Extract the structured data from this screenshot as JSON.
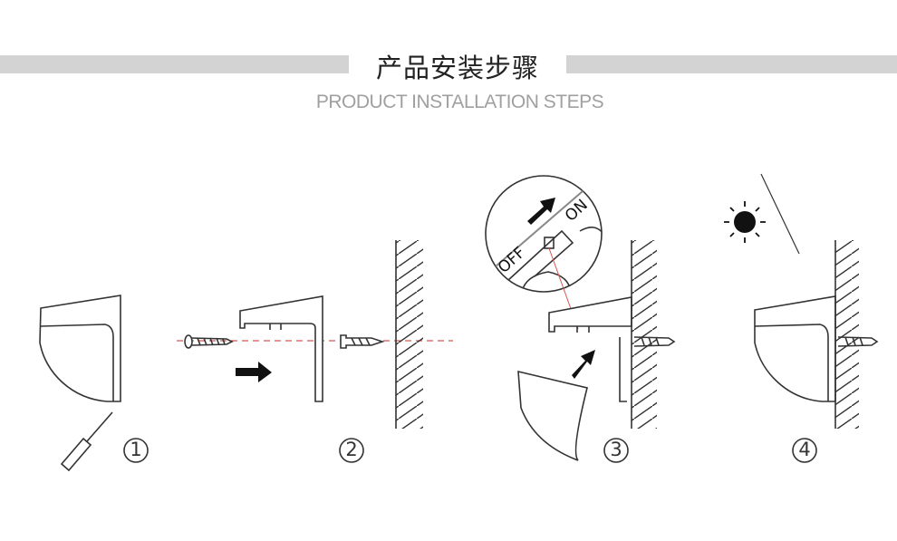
{
  "header": {
    "title": "产品安装步骤",
    "subtitle": "PRODUCT INSTALLATION STEPS"
  },
  "steps": [
    {
      "number": "①"
    },
    {
      "number": "②"
    },
    {
      "number": "③",
      "switch_off_label": "OFF",
      "switch_on_label": "ON"
    },
    {
      "number": "④"
    }
  ],
  "colors": {
    "bar": "#d3d3d3",
    "guide_line": "#d9534f"
  }
}
